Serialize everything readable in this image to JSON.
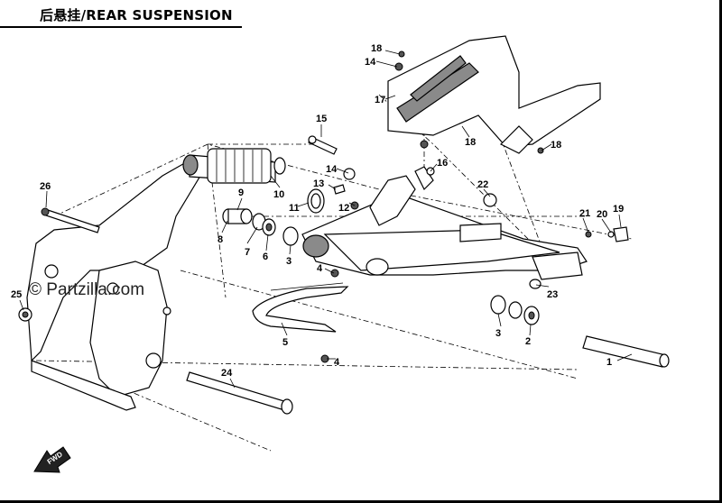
{
  "header": {
    "title": "后悬挂/REAR SUSPENSION"
  },
  "watermark": "© Partzilla.com",
  "fwd_label": "FWD",
  "callouts": [
    {
      "id": "c1",
      "text": "1"
    },
    {
      "id": "c2",
      "text": "2"
    },
    {
      "id": "c3a",
      "text": "3"
    },
    {
      "id": "c3b",
      "text": "3"
    },
    {
      "id": "c4a",
      "text": "4"
    },
    {
      "id": "c4b",
      "text": "4"
    },
    {
      "id": "c5",
      "text": "5"
    },
    {
      "id": "c6",
      "text": "6"
    },
    {
      "id": "c7",
      "text": "7"
    },
    {
      "id": "c8",
      "text": "8"
    },
    {
      "id": "c9",
      "text": "9"
    },
    {
      "id": "c10",
      "text": "10"
    },
    {
      "id": "c11",
      "text": "11"
    },
    {
      "id": "c12",
      "text": "12"
    },
    {
      "id": "c13",
      "text": "13"
    },
    {
      "id": "c14a",
      "text": "14"
    },
    {
      "id": "c14b",
      "text": "14"
    },
    {
      "id": "c15",
      "text": "15"
    },
    {
      "id": "c16",
      "text": "16"
    },
    {
      "id": "c17",
      "text": "17"
    },
    {
      "id": "c18a",
      "text": "18"
    },
    {
      "id": "c18b",
      "text": "18"
    },
    {
      "id": "c18c",
      "text": "18"
    },
    {
      "id": "c19",
      "text": "19"
    },
    {
      "id": "c20",
      "text": "20"
    },
    {
      "id": "c21",
      "text": "21"
    },
    {
      "id": "c22",
      "text": "22"
    },
    {
      "id": "c23",
      "text": "23"
    },
    {
      "id": "c24",
      "text": "24"
    },
    {
      "id": "c25",
      "text": "25"
    },
    {
      "id": "c26",
      "text": "26"
    }
  ]
}
